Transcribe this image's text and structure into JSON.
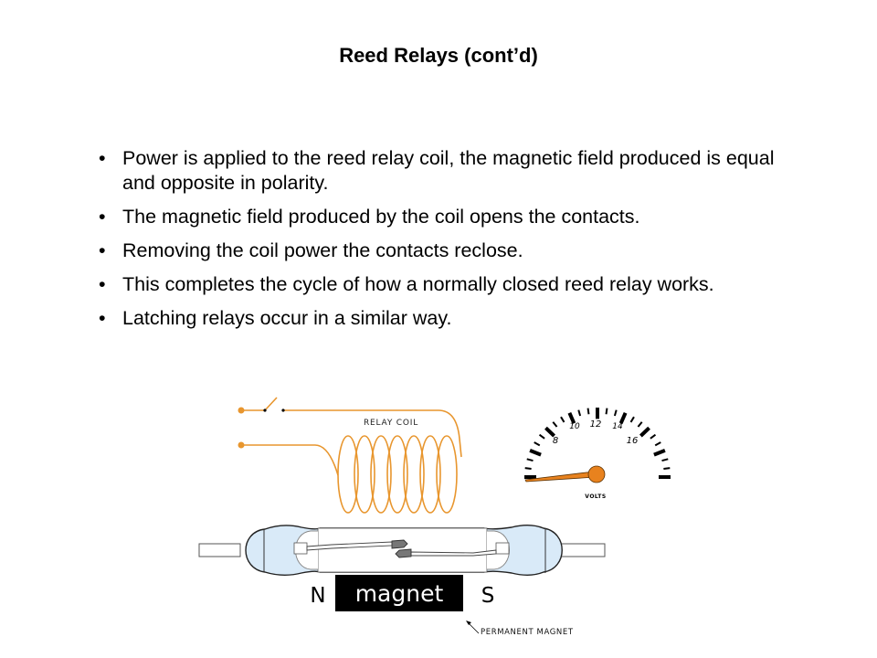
{
  "slide": {
    "title": "Reed Relays (cont’d)",
    "bullet_glyph": "•",
    "bullets": [
      "Power is applied to the reed relay coil, the magnetic field produced is equal and opposite in polarity.",
      "The magnetic field produced by the coil opens the contacts.",
      "Removing the coil power the contacts reclose.",
      "This completes the cycle of how a normally closed reed relay works.",
      "Latching relays occur in a similar way."
    ]
  },
  "diagram": {
    "coil_label": "RELAY COIL",
    "gauge": {
      "unit_label": "VOLTS",
      "tick_labels": [
        "8",
        "10",
        "12",
        "14",
        "16"
      ],
      "needle_position": "minimum"
    },
    "magnet": {
      "label": "magnet",
      "north_label": "N",
      "south_label": "S",
      "callout": "PERMANENT MAGNET"
    },
    "colors": {
      "wire": "#e8962e",
      "glass_fill": "#d9eaf8",
      "needle": "#e8821e",
      "magnet": "#000000"
    }
  }
}
